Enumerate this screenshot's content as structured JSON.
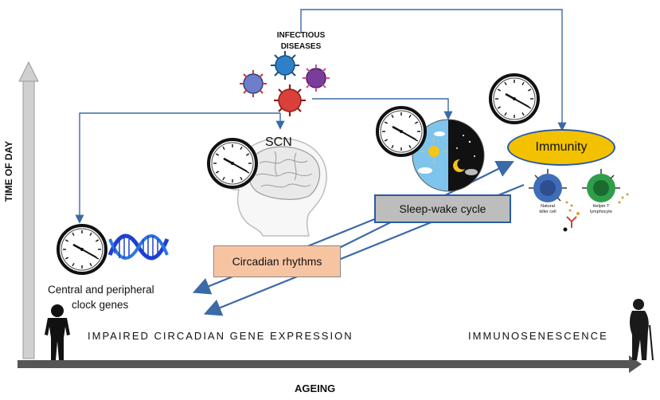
{
  "labels": {
    "infectious_line1": "INFECTIOUS",
    "infectious_line2": "DISEASES",
    "scn": "SCN",
    "immunity": "Immunity",
    "sleep_wake": "Sleep-wake cycle",
    "circadian": "Circadian rhythms",
    "clock_genes_line1": "Central and peripheral",
    "clock_genes_line2": "clock genes",
    "impaired": "IMPAIRED CIRCADIAN GENE EXPRESSION",
    "immunosenescence": "IMMUNOSENESCENCE",
    "natural_killer_line1": "Natural",
    "natural_killer_line2": "killer cell",
    "helper_t_line1": "Helper T",
    "helper_t_line2": "lymphocyte",
    "y_axis": "TIME OF DAY",
    "x_axis": "AGEING"
  },
  "colors": {
    "arrow": "#3a6aa8",
    "axis": "#808080",
    "immunity_fill": "#f2c200",
    "sleep_fill": "#bdbdbd",
    "circadian_fill": "#f7c4a2",
    "dna_blue": "#1e3fd0"
  },
  "icons": [
    "clock-icon",
    "dna-icon",
    "brain-head-icon",
    "virus-icon",
    "day-night-icon",
    "immune-cell-icon",
    "elderly-person-icon",
    "adult-person-icon"
  ]
}
